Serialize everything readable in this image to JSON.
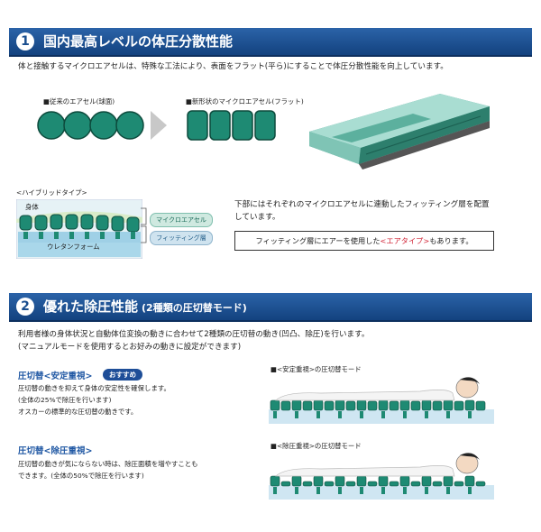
{
  "colors": {
    "header_blue": "#1a4e8e",
    "cell_green": "#1e8a73",
    "light_green": "#cfe9e0",
    "light_blue": "#cfe3ef",
    "accent_red": "#d2283a",
    "title_blue": "#1f57a3"
  },
  "section1": {
    "number": "1",
    "title": "国内最高レベルの体圧分散性能",
    "intro": "体と接触するマイクロエアセルは、特殊な工法により、表面をフラット(平ら)にすることで体圧分散性能を向上しています。",
    "old_cell_label": "■従来のエアセル(球面)",
    "new_cell_label": "■新形状のマイクロエアセル(フラット)",
    "hybrid_label": "<ハイブリッドタイプ>",
    "body_label": "身体",
    "urethane_label": "ウレタンフォーム",
    "micro_air_label": "マイクロエアセル",
    "fitting_label": "フィッティング層",
    "desc_line1": "下部にはそれぞれのマイクロエアセルに連動したフィッティング層を配置",
    "desc_line2": "しています。",
    "note_before": "フィッティング層にエアーを使用した",
    "note_red": "<エアタイプ>",
    "note_after": "もあります。"
  },
  "section2": {
    "number": "2",
    "title": "優れた除圧性能",
    "subtitle": "(2種類の圧切替モード)",
    "intro1": "利用者様の身体状況と自動体位変換の動きに合わせて2種類の圧切替の動き(凹凸、除圧)を行います。",
    "intro2": "(マニュアルモードを使用するとお好みの動きに設定ができます)",
    "mode1": {
      "title": "圧切替<安定重視>",
      "badge": "おすすめ",
      "line1": "圧切替の動きを抑えて身体の安定性を確保します。",
      "line2": "(全体の25%で除圧を行います)",
      "line3": "オスカーの標準的な圧切替の動きです。",
      "fig_label": "■<安定重視>の圧切替モード"
    },
    "mode2": {
      "title": "圧切替<除圧重視>",
      "line1": "圧切替の動きが気にならない時は、除圧面積を増やすことも",
      "line2": "できます。(全体の50%で除圧を行います)",
      "fig_label": "■<除圧重視>の圧切替モード"
    }
  }
}
